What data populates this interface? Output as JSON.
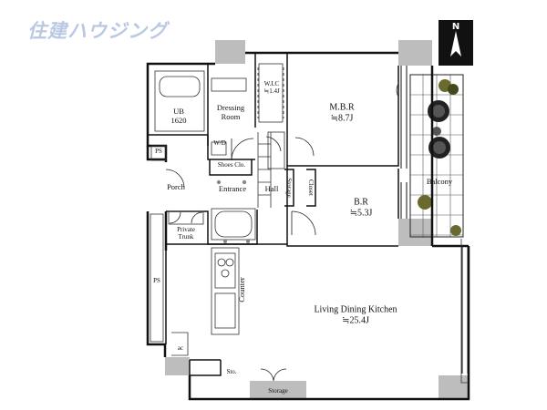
{
  "brand": "住建ハウジング",
  "compass": {
    "label": "N"
  },
  "rooms": {
    "ub": {
      "name": "UB",
      "size": "1620"
    },
    "dressing": {
      "name": "Dressing",
      "name2": "Room"
    },
    "wic": {
      "name": "W.I.C",
      "area": "≒1.4J"
    },
    "mbr": {
      "name": "M.B.R",
      "area": "≒8.7J"
    },
    "br": {
      "name": "B.R",
      "area": "≒5.3J"
    },
    "ldk": {
      "name": "Living Dining Kitchen",
      "area": "≒25.4J"
    }
  },
  "labels": {
    "ps_top": "PS",
    "ps_left": "PS",
    "wd": "W/D",
    "shoes": "Shoes Clo.",
    "porch": "Porch",
    "entrance": "Entrance",
    "hall": "Hall",
    "storage_v": "Storage",
    "closet": "Closet",
    "private_trunk": "Private",
    "private_trunk2": "Trunk",
    "counter": "Counter",
    "sto": "Sto.",
    "storage": "Storage",
    "balcony": "Balcony",
    "ac": "ac"
  }
}
